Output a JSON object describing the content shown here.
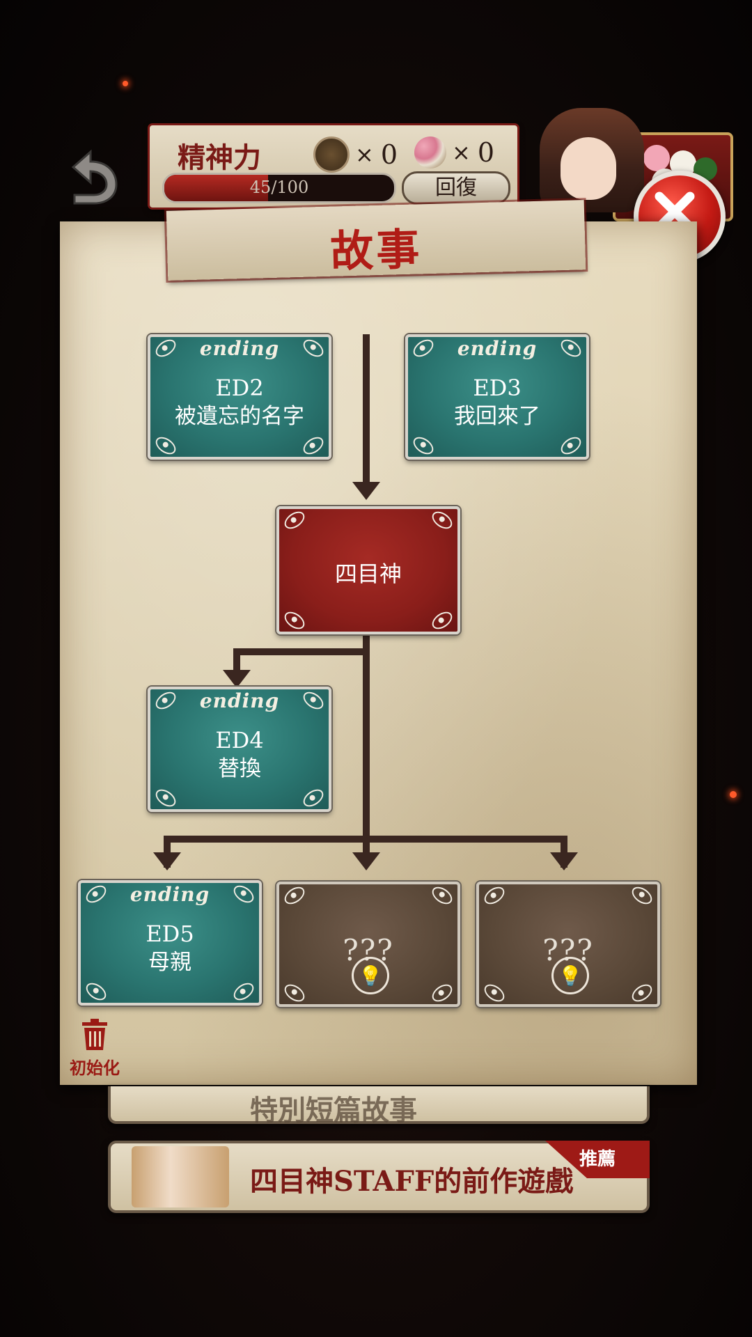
{
  "hud": {
    "title": "精神力",
    "item1_count": "0",
    "item2_count": "0",
    "times": "×",
    "stamina_text": "45/100",
    "stamina_fraction": 0.45,
    "recover_label": "回復"
  },
  "story": {
    "title": "故事",
    "nodes": [
      {
        "tag": "ending",
        "ed": "ED2",
        "name": "被遺忘的名字"
      },
      {
        "tag": "ending",
        "ed": "ED3",
        "name": "我回來了"
      },
      {
        "name": "四目神"
      },
      {
        "tag": "ending",
        "ed": "ED4",
        "name": "替換"
      },
      {
        "tag": "ending",
        "ed": "ED5",
        "name": "母親"
      },
      {
        "name": "???"
      },
      {
        "name": "???"
      }
    ]
  },
  "reset_label": "初始化",
  "bottom": {
    "special_label": "特別短篇故事",
    "promo_label": "四目神STAFF的前作遊戲",
    "promo_badge": "推薦"
  },
  "colors": {
    "ending_card": "#2a7570",
    "current_card": "#8a1e1a",
    "locked_card": "#5a4838",
    "accent_red": "#b01c16"
  }
}
